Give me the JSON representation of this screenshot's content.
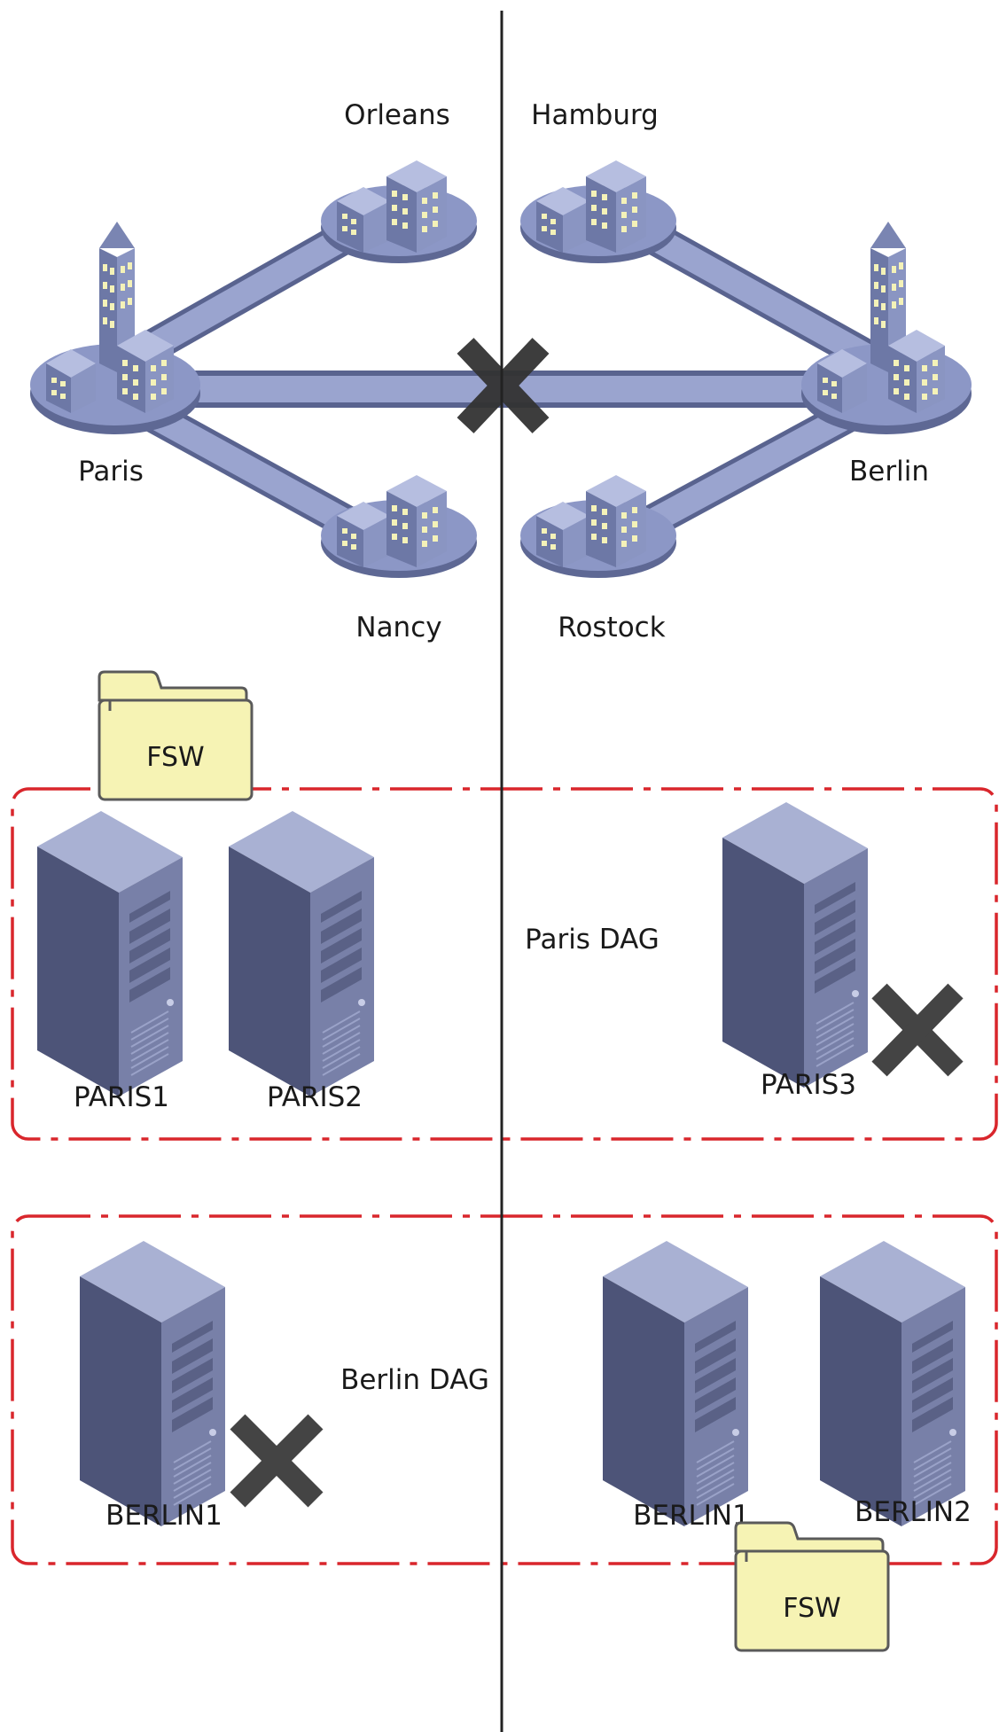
{
  "sites": {
    "orleans": "Orleans",
    "hamburg": "Hamburg",
    "paris": "Paris",
    "berlin": "Berlin",
    "nancy": "Nancy",
    "rostock": "Rostock"
  },
  "paris_dag": {
    "title": "Paris DAG",
    "fsw": "FSW",
    "servers": [
      "PARIS1",
      "PARIS2",
      "PARIS3"
    ]
  },
  "berlin_dag": {
    "title": "Berlin DAG",
    "fsw": "FSW",
    "servers": [
      "BERLIN1",
      "BERLIN1",
      "BERLIN2"
    ]
  },
  "colors": {
    "dag_border": "#d9262c",
    "link": "#8d97c4",
    "building": "#7f8bb5",
    "window": "#f4f2b8",
    "server": "#5c6485",
    "failure_x": "#444444",
    "fsw_folder": "#f6f3b4"
  }
}
